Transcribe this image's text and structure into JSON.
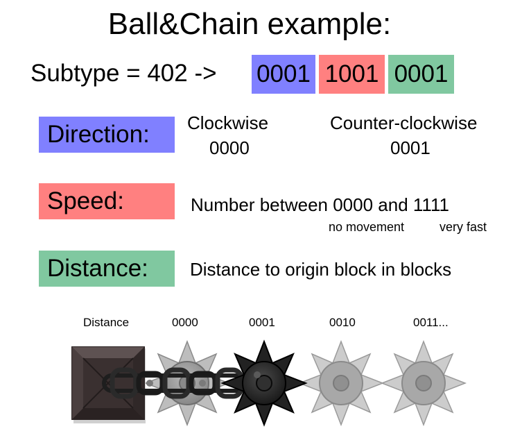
{
  "title": "Ball&Chain example:",
  "subtype": {
    "text": "Subtype = 402  ->",
    "bits": [
      {
        "value": "0001",
        "color": "#8080ff"
      },
      {
        "value": "1001",
        "color": "#ff8080"
      },
      {
        "value": "0001",
        "color": "#80c8a0"
      }
    ]
  },
  "direction": {
    "label": "Direction:",
    "color": "#8080ff",
    "clockwise": {
      "name": "Clockwise",
      "code": "0000"
    },
    "counter": {
      "name": "Counter-clockwise",
      "code": "0001"
    }
  },
  "speed": {
    "label": "Speed:",
    "color": "#ff8080",
    "text": "Number between 0000 and 1111",
    "low_note": "no movement",
    "high_note": "very fast"
  },
  "distance": {
    "label": "Distance:",
    "color": "#80c8a0",
    "text": "Distance to origin block in blocks"
  },
  "illustration": {
    "headers": [
      "Distance",
      "0000",
      "0001",
      "0010",
      "0011..."
    ]
  }
}
